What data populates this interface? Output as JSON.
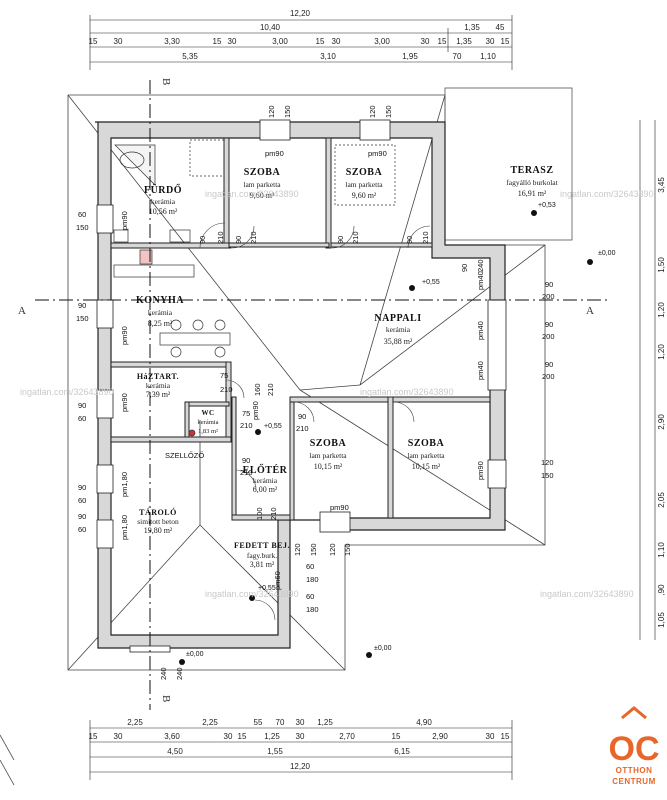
{
  "dims_top": {
    "overall": "12,20",
    "row2": [
      "10,40",
      "1,35",
      "45"
    ],
    "row3": [
      "15",
      "30",
      "3,30",
      "15",
      "30",
      "3,00",
      "15",
      "30",
      "3,00",
      "30",
      "15",
      "1,35",
      "30",
      "15"
    ],
    "row4": [
      "5,35",
      "3,10",
      "1,95",
      "70",
      "1,10"
    ]
  },
  "dims_bottom": {
    "row1": [
      "2,25",
      "2,25",
      "55",
      "70",
      "30",
      "1,25",
      "4,90"
    ],
    "row2": [
      "15",
      "30",
      "3,60",
      "30",
      "15",
      "1,25",
      "30",
      "2,70",
      "15",
      "2,90",
      "30",
      "15"
    ],
    "row3": [
      "4,50",
      "1,55",
      "6,15"
    ],
    "overall": "12,20"
  },
  "dims_right": [
    "3,45",
    "1,50",
    "1,20",
    "1,20",
    "2,90",
    "2,05",
    "1,10",
    ",90",
    "1,05"
  ],
  "axes": {
    "a_left": "A",
    "a_right": "A",
    "b_top": "B",
    "b_bottom": "B"
  },
  "rooms": [
    {
      "name": "FÜRDŐ",
      "material": "kerámia",
      "area": "10,56 m²"
    },
    {
      "name": "SZOBA",
      "material": "lam parketta",
      "area": "9,60 m²"
    },
    {
      "name": "SZOBA",
      "material": "lam parketta",
      "area": "9,60 m²"
    },
    {
      "name": "TERASZ",
      "material": "fagyálló burkolat",
      "area": "16,91 m²"
    },
    {
      "name": "KONYHA",
      "material": "kerámia",
      "area": "8,25 m²"
    },
    {
      "name": "NAPPALI",
      "material": "kerámia",
      "area": "35,88 m²"
    },
    {
      "name": "HáZTART.",
      "material": "kerámia",
      "area": "7,39 m²"
    },
    {
      "name": "WC",
      "material": "kerámia",
      "area": "1,83 m²"
    },
    {
      "name": "SZOBA",
      "material": "lam parketta",
      "area": "10,15 m²"
    },
    {
      "name": "SZOBA",
      "material": "lam parketta",
      "area": "10,15 m²"
    },
    {
      "name": "ELŐTÉR",
      "material": "kerámia",
      "area": "6,00 m²"
    },
    {
      "name": "TÁROLÓ",
      "material": "simított beton",
      "area": "19,80 m²"
    },
    {
      "name": "FEDETT BEJ.",
      "material": "fagy.burk.",
      "area": "3,81 m²"
    }
  ],
  "labels": {
    "szellozo": "SZELLŐZŐ",
    "pm90": "pm90",
    "pm40": "pm40",
    "pm1_80": "pm1,80",
    "pm60": "pm60"
  },
  "opening_labels": [
    "60",
    "150",
    "90",
    "210",
    "90",
    "210",
    "90",
    "210",
    "90",
    "210",
    "120",
    "150",
    "120",
    "150",
    "90",
    "240",
    "90",
    "200",
    "90",
    "200",
    "90",
    "200",
    "120",
    "150",
    "75",
    "210",
    "160",
    "210",
    "75",
    "210",
    "90",
    "210",
    "90",
    "210",
    "100",
    "210",
    "120",
    "150",
    "120",
    "150",
    "60",
    "180",
    "60",
    "180",
    "90",
    "60",
    "90",
    "60",
    "90",
    "60",
    "90",
    "150",
    "240",
    "240"
  ],
  "levels": [
    "+0,55",
    "+0,53",
    "±0,00",
    "+0,55",
    "±0,00",
    "+0,55",
    "±0,00"
  ],
  "watermarks": [
    "ingatlan.com/32643890",
    "ingatlan.com/32643890",
    "ingatlan.com/32643890",
    "ingatlan.com/32643890",
    "ingatlan.com/32643890",
    "ingatlan.com/32643890"
  ],
  "logo": {
    "mark": "OC",
    "line1": "OTTHON",
    "line2": "CENTRUM",
    "color": "#e8662a"
  }
}
